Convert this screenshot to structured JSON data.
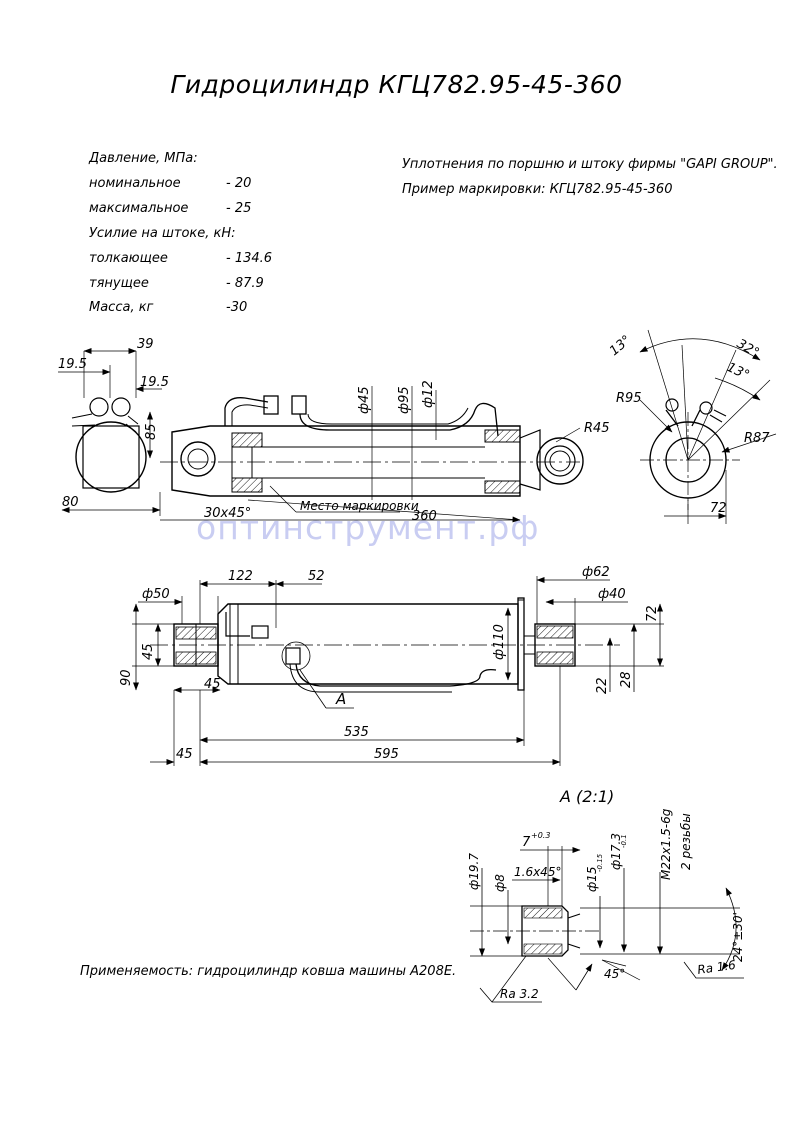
{
  "title": "Гидроцилиндр КГЦ782.95-45-360",
  "specs": {
    "pressure_heading": "Давление, МПа:",
    "nominal_label": "номинальное",
    "nominal_value": "- 20",
    "max_label": "максимальное",
    "max_value": "- 25",
    "force_heading": "Усилие на штоке, кН:",
    "push_label": "толкающее",
    "push_value": "- 134.6",
    "pull_label": "тянущее",
    "pull_value": "- 87.9",
    "mass_label": "Масса, кг",
    "mass_value": "-30"
  },
  "notes": {
    "seals": "Уплотнения по поршню и штоку фирмы \"GAPI GROUP\".",
    "marking_example": "Пример маркировки: КГЦ782.95-45-360",
    "applicability": "Применяемость: гидроцилиндр ковша машины А208Е."
  },
  "watermark": "оптинструмент.рф",
  "view1": {
    "dims": {
      "d39": "39",
      "d19_5a": "19.5",
      "d19_5b": "19.5",
      "d85": "85",
      "d80": "80",
      "d45": "ф45",
      "d95": "ф95",
      "d12": "ф12",
      "r45": "R45",
      "chamfer": "30x45°",
      "marking_place": "Место маркировки",
      "stroke": "360"
    }
  },
  "view2": {
    "dims": {
      "a13a": "13°",
      "a32": "32°",
      "a13b": "13°",
      "r95": "R95",
      "r87": "R87",
      "d72": "72"
    }
  },
  "view3": {
    "dims": {
      "d122": "122",
      "d52": "52",
      "d50": "ф50",
      "d45v": "45",
      "d90": "90",
      "d45h": "45",
      "d110": "ф110",
      "d62": "ф62",
      "d40": "ф40",
      "d72": "72",
      "d22": "22",
      "d28": "28",
      "d535": "535",
      "d595": "595",
      "d45b": "45",
      "callout": "А"
    }
  },
  "detail": {
    "label": "А (2:1)",
    "dims": {
      "d7": "7",
      "d7tol": "+0.3",
      "d19_7": "ф19.7",
      "d8": "ф8",
      "chamfer": "1.6x45°",
      "d15": "ф15",
      "d15tol": "-0.15",
      "d17_3": "ф17.3",
      "d17_3tol": "-0.1",
      "thread": "M22x1.5-6g",
      "threads_note": "2 резьбы",
      "angle24": "24°±30'",
      "ra16": "Ra 1.6",
      "ra32": "Ra 3.2",
      "a45": "45°"
    }
  }
}
